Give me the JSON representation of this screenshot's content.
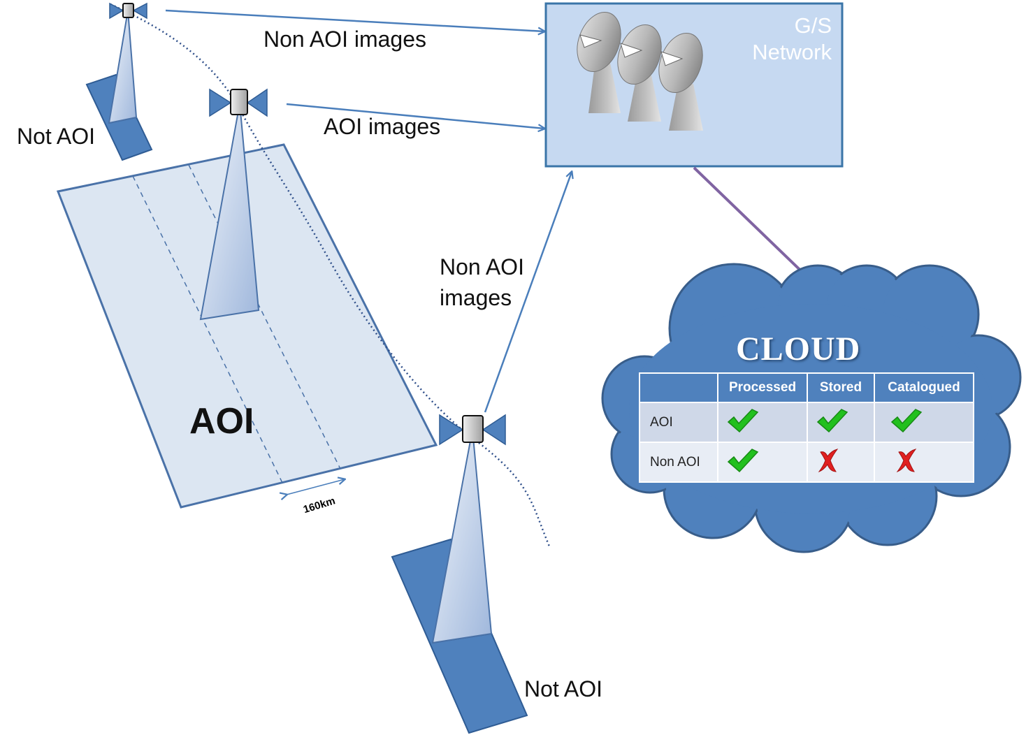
{
  "labels": {
    "non_aoi_top": "Non AOI images",
    "aoi_images": "AOI images",
    "non_aoi_mid_line1": "Non AOI",
    "non_aoi_mid_line2": "images",
    "not_aoi_top": "Not AOI",
    "not_aoi_bottom": "Not AOI",
    "aoi_region": "AOI",
    "swath_width": "160km"
  },
  "ground_station": {
    "line1": "G/S",
    "line2": "Network"
  },
  "cloud": {
    "title": "CLOUD",
    "table": {
      "headers": [
        "",
        "Processed",
        "Stored",
        "Catalogued"
      ],
      "rows": [
        {
          "name": "AOI",
          "processed": "yes",
          "stored": "yes",
          "catalogued": "yes"
        },
        {
          "name": "Non AOI",
          "processed": "yes",
          "stored": "no",
          "catalogued": "no"
        }
      ]
    }
  },
  "colors": {
    "arrow_blue": "#4a7ebb",
    "arrow_purple": "#8064a2",
    "footprint_dark": "#4f81bd",
    "region_fill": "#dce6f2",
    "gs_box_fill": "#c6d9f1",
    "check_green": "#22c01e",
    "cross_red": "#e02020"
  }
}
